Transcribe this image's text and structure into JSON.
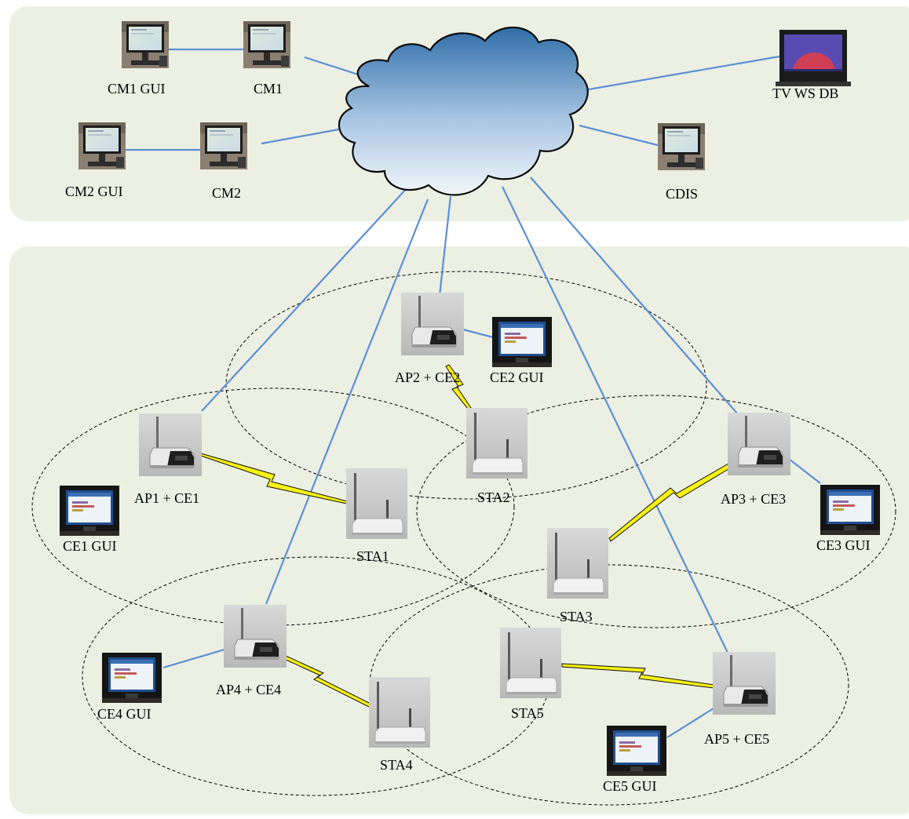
{
  "colors": {
    "panel_fill": "#ecf0e3",
    "link": "#5b8fd6",
    "wireless": "#f7f20f",
    "cloud_top": "#2f6ea7",
    "cloud_bottom": "#f2f6fb"
  },
  "labels": {
    "cm1_gui": "CM1 GUI",
    "cm1": "CM1",
    "cm2_gui": "CM2 GUI",
    "cm2": "CM2",
    "tvws_db": "TV WS DB",
    "cdis": "CDIS",
    "ap1": "AP1 +  CE1",
    "ap2": "AP2 +  CE2",
    "ap3": "AP3 +  CE3",
    "ap4": "AP4 +  CE4",
    "ap5": "AP5 +  CE5",
    "ce1_gui": "CE1 GUI",
    "ce2_gui": "CE2 GUI",
    "ce3_gui": "CE3 GUI",
    "ce4_gui": "CE4 GUI",
    "ce5_gui": "CE5 GUI",
    "sta1": "STA1",
    "sta2": "STA2",
    "sta3": "STA3",
    "sta4": "STA4",
    "sta5": "STA5"
  },
  "icons": {
    "monitor": "desktop-monitor-icon",
    "laptop": "laptop-icon",
    "ap": "access-point-icon",
    "sta": "wireless-station-icon",
    "cloud": "internet-cloud-icon"
  }
}
